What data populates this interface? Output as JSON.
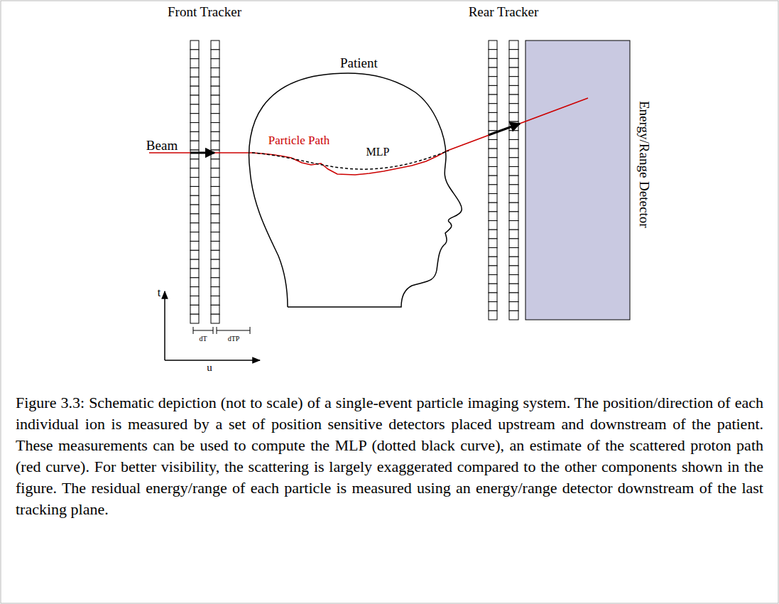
{
  "diagram": {
    "caption": "Figure 3.3: Schematic depiction (not to scale) of a single-event particle imaging system. The position/direction of each individual ion is measured by a set of position sensitive detectors placed upstream and downstream of the patient. These measurements can be used to compute the MLP (dotted black curve), an estimate of the scattered proton path (red curve). For better visibility, the scattering is largely exaggerated compared to the other components shown in the figure. The residual energy/range of each particle is measured using an energy/range detector downstream of the last tracking plane.",
    "nodes": [
      {
        "text": [
          "Front Tracker"
        ]
      },
      {
        "text": [
          "Patient"
        ]
      },
      {
        "text": [
          "Rear Tracker"
        ]
      },
      {
        "text": [
          "Energy/Range Detector"
        ]
      }
    ],
    "labels": [
      "Beam",
      "Particle Path",
      "MLP",
      "t",
      "u",
      "dT",
      "dTP"
    ]
  }
}
